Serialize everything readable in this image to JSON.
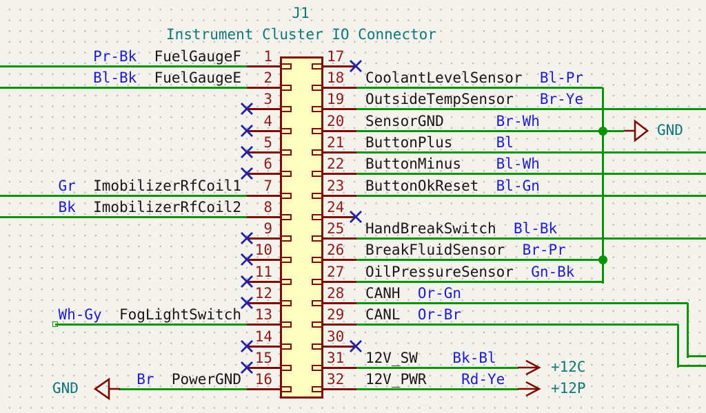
{
  "connector": {
    "reference": "J1",
    "value": "Instrument Cluster IO Connector",
    "left_pins": [
      {
        "num": "1",
        "wire_code": "Pr-Bk",
        "net": "FuelGaugeF",
        "no_connect": false
      },
      {
        "num": "2",
        "wire_code": "Bl-Bk",
        "net": "FuelGaugeE",
        "no_connect": false
      },
      {
        "num": "3",
        "wire_code": "",
        "net": "",
        "no_connect": true
      },
      {
        "num": "4",
        "wire_code": "",
        "net": "",
        "no_connect": true
      },
      {
        "num": "5",
        "wire_code": "",
        "net": "",
        "no_connect": true
      },
      {
        "num": "6",
        "wire_code": "",
        "net": "",
        "no_connect": true
      },
      {
        "num": "7",
        "wire_code": "Gr",
        "net": "ImobilizerRfCoil1",
        "no_connect": false
      },
      {
        "num": "8",
        "wire_code": "Bk",
        "net": "ImobilizerRfCoil2",
        "no_connect": false
      },
      {
        "num": "9",
        "wire_code": "",
        "net": "",
        "no_connect": true
      },
      {
        "num": "10",
        "wire_code": "",
        "net": "",
        "no_connect": true
      },
      {
        "num": "11",
        "wire_code": "",
        "net": "",
        "no_connect": true
      },
      {
        "num": "12",
        "wire_code": "",
        "net": "",
        "no_connect": true
      },
      {
        "num": "13",
        "wire_code": "Wh-Gy",
        "net": "FogLightSwitch",
        "no_connect": false
      },
      {
        "num": "14",
        "wire_code": "",
        "net": "",
        "no_connect": true
      },
      {
        "num": "15",
        "wire_code": "",
        "net": "",
        "no_connect": true
      },
      {
        "num": "16",
        "wire_code": "Br",
        "net": "PowerGND",
        "no_connect": false
      }
    ],
    "right_pins": [
      {
        "num": "17",
        "net": "",
        "wire_code": "",
        "no_connect": true
      },
      {
        "num": "18",
        "net": "CoolantLevelSensor",
        "wire_code": "Bl-Pr",
        "no_connect": false
      },
      {
        "num": "19",
        "net": "OutsideTempSensor",
        "wire_code": "Br-Ye",
        "no_connect": false
      },
      {
        "num": "20",
        "net": "SensorGND",
        "wire_code": "Br-Wh",
        "no_connect": false
      },
      {
        "num": "21",
        "net": "ButtonPlus",
        "wire_code": "Bl",
        "no_connect": false
      },
      {
        "num": "22",
        "net": "ButtonMinus",
        "wire_code": "Bl-Wh",
        "no_connect": false
      },
      {
        "num": "23",
        "net": "ButtonOkReset",
        "wire_code": "Bl-Gn",
        "no_connect": false
      },
      {
        "num": "24",
        "net": "",
        "wire_code": "",
        "no_connect": true
      },
      {
        "num": "25",
        "net": "HandBreakSwitch",
        "wire_code": "Bl-Bk",
        "no_connect": false
      },
      {
        "num": "26",
        "net": "BreakFluidSensor",
        "wire_code": "Br-Pr",
        "no_connect": false
      },
      {
        "num": "27",
        "net": "OilPressureSensor",
        "wire_code": "Gn-Bk",
        "no_connect": false
      },
      {
        "num": "28",
        "net": "CANH",
        "wire_code": "Or-Gn",
        "no_connect": false
      },
      {
        "num": "29",
        "net": "CANL",
        "wire_code": "Or-Br",
        "no_connect": false
      },
      {
        "num": "30",
        "net": "",
        "wire_code": "",
        "no_connect": true
      },
      {
        "num": "31",
        "net": "12V_SW",
        "wire_code": "Bk-Bl",
        "no_connect": false
      },
      {
        "num": "32",
        "net": "12V_PWR",
        "wire_code": "Rd-Ye",
        "no_connect": false
      }
    ]
  },
  "power_symbols": {
    "gnd_left": "GND",
    "gnd_right": "GND",
    "rail_switched": "+12C",
    "rail_permanent": "+12P"
  },
  "colors": {
    "background": "#F4F2EC",
    "wire": "#089400",
    "symbol_outline": "#7C0B03",
    "body_fill": "#FFFFC2",
    "pin_number": "#8F1A1A",
    "net_label": "#161616",
    "note_text": "#1C1CCE",
    "value_text": "#0E7578",
    "no_connect": "#2121A8"
  }
}
